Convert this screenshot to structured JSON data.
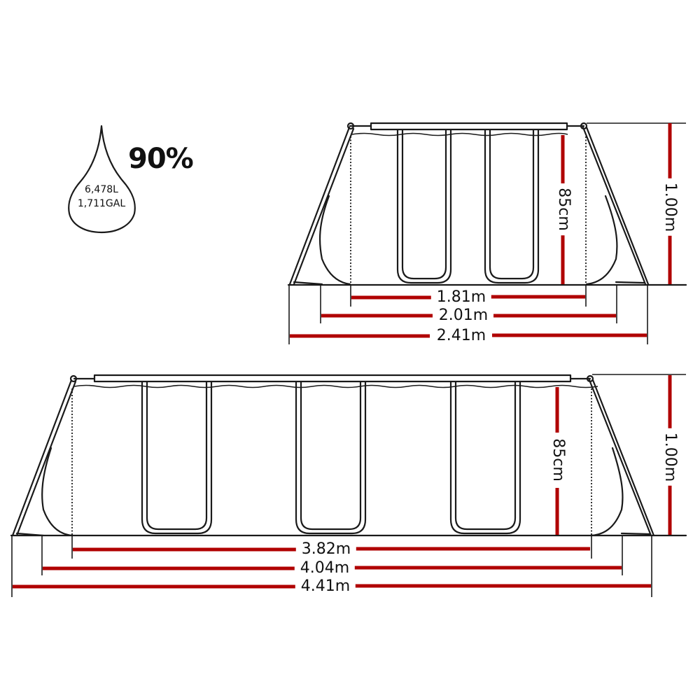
{
  "water_fill": {
    "icon": "water-drop-icon",
    "percent": "90%",
    "liters": "6,478L",
    "gallons": "1,711GAL"
  },
  "small_pool": {
    "water_depth": "85cm",
    "height": "1.00m",
    "inner_width": "1.81m",
    "wall_width": "2.01m",
    "frame_width": "2.41m"
  },
  "large_pool": {
    "water_depth": "85cm",
    "height": "1.00m",
    "inner_length": "3.82m",
    "wall_length": "4.04m",
    "frame_length": "4.41m"
  },
  "colors": {
    "dimension_line": "#b00000",
    "outline": "#1a1a1a",
    "background": "#ffffff"
  }
}
